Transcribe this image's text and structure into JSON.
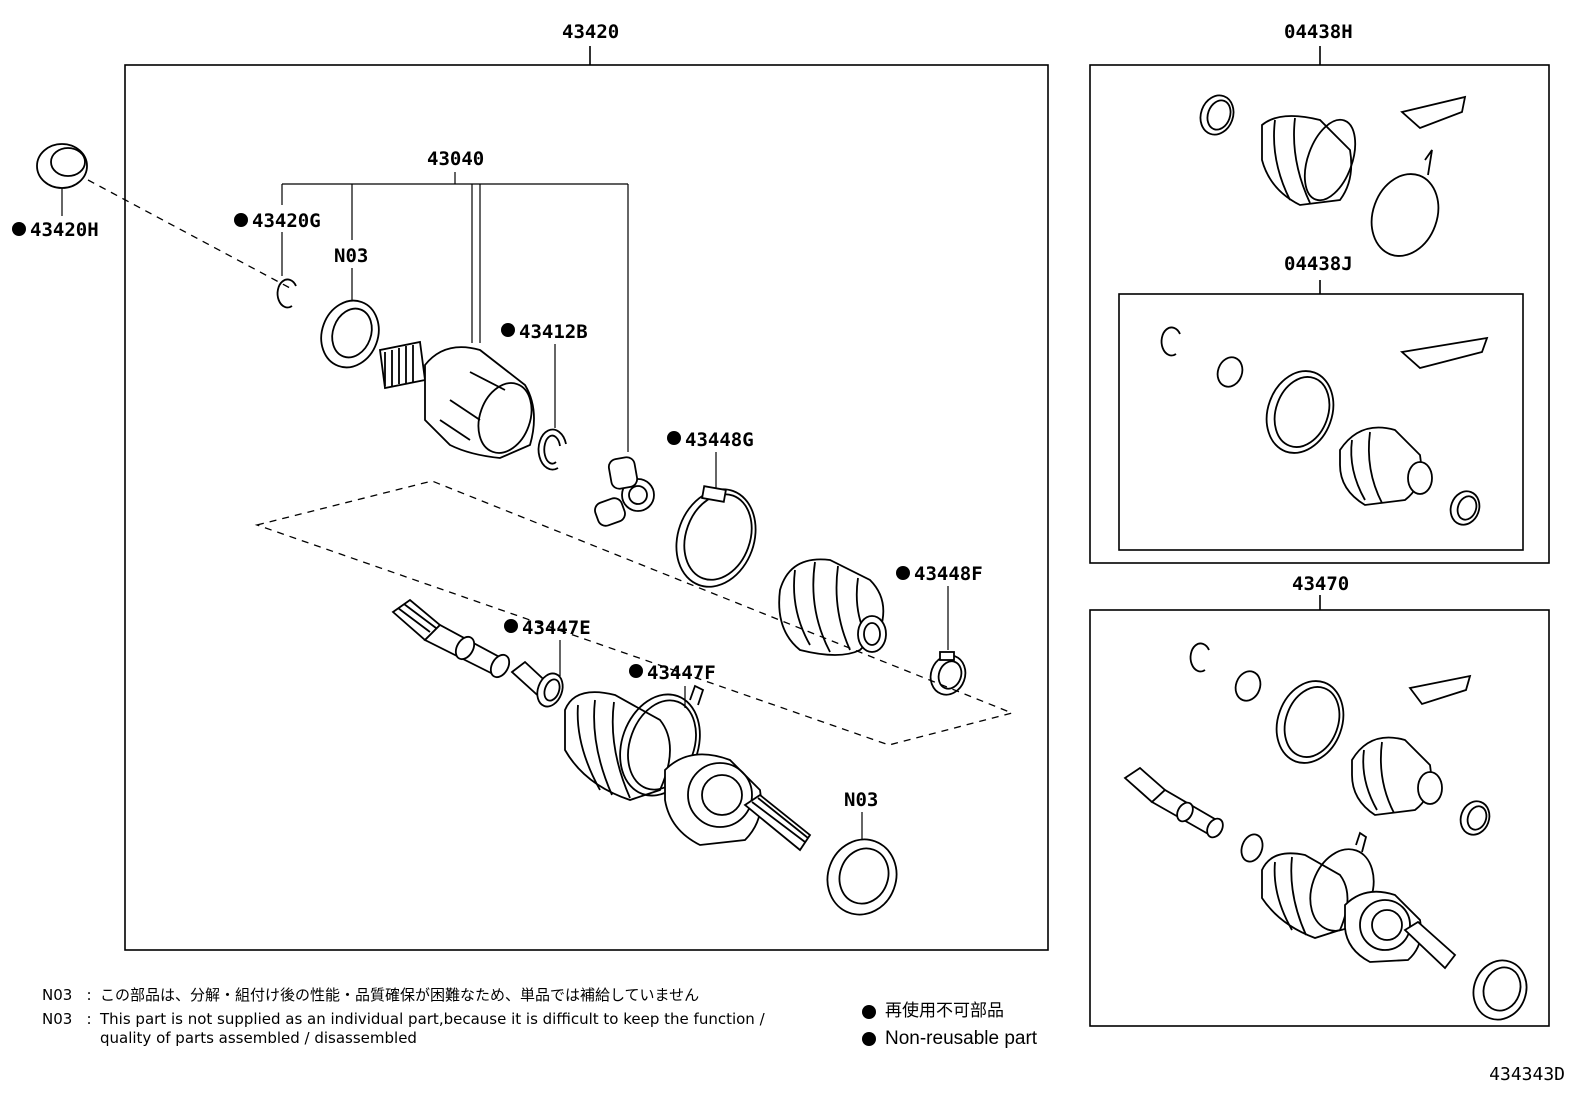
{
  "diagram_id": "434343D",
  "boxes": {
    "main_assembly": {
      "part_no": "43420"
    },
    "boot_kit_outer": {
      "part_no": "04438H"
    },
    "boot_kit_inner": {
      "part_no": "04438J"
    },
    "shaft_assembly": {
      "part_no": "43470"
    }
  },
  "callouts": {
    "p43040": "43040",
    "p43420G": "43420G",
    "p43420H": "43420H",
    "p43412B": "43412B",
    "p43448G": "43448G",
    "p43448F": "43448F",
    "p43447E": "43447E",
    "p43447F": "43447F",
    "n03_top": "N03",
    "n03_bottom": "N03"
  },
  "notes": [
    {
      "code": "N03",
      "separator": ":",
      "text": "この部品は、分解・組付け後の性能・品質確保が困難なため、単品では補給していません"
    },
    {
      "code": "N03",
      "separator": ":",
      "text": "This part is not supplied as an individual part,because it is difficult to keep the function /",
      "text_line2": "quality of parts assembled / disassembled"
    }
  ],
  "legend": [
    {
      "symbol": "filled-circle",
      "text": "再使用不可部品"
    },
    {
      "symbol": "filled-circle",
      "text": "Non-reusable part"
    }
  ]
}
